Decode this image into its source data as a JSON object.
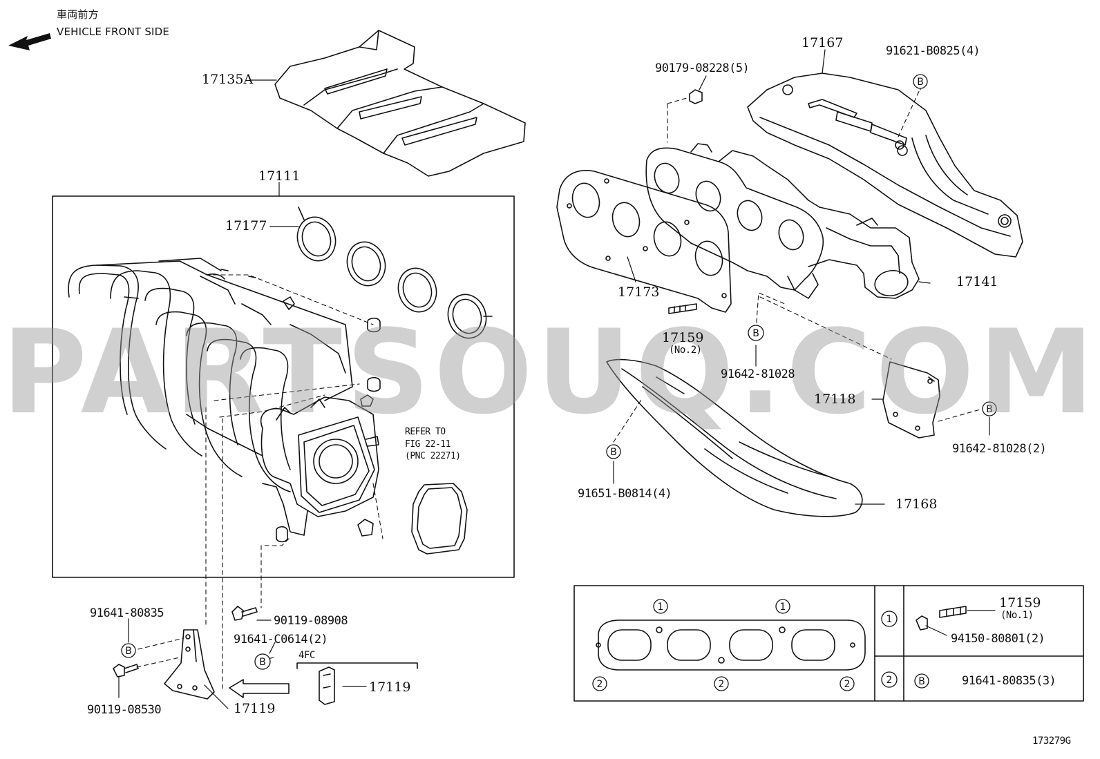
{
  "header": {
    "direction_jp": "車両前方",
    "direction_en": "VEHICLE FRONT SIDE"
  },
  "watermark": "PARTSOUQ.COM",
  "figure_id": "173279G",
  "callouts": {
    "p17135A": "17135A",
    "p17111": "17111",
    "p17177": "17177",
    "p17167": "17167",
    "p90179": "90179-08228(5)",
    "p91621": "91621-B0825(4)",
    "p17173": "17173",
    "p17141": "17141",
    "p17159_no2": "17159",
    "p17159_no2_sub": "(No.2)",
    "p91642a": "91642-81028",
    "p17118": "17118",
    "p91642b": "91642-81028(2)",
    "p91651": "91651-B0814(4)",
    "p17168": "17168",
    "p91641a": "91641-80835",
    "p90119a": "90119-08908",
    "p91641b": "91641-C0614(2)",
    "p4fc": "4FC",
    "p17119a": "17119",
    "p17119b": "17119",
    "p90119b": "90119-08530",
    "refer_line1": "REFER TO",
    "refer_line2": "FIG 22-11",
    "refer_line3": "(PNC 22271)"
  },
  "legend": {
    "marker1": "1",
    "marker2": "2",
    "markerB": "B",
    "p17159_no1": "17159",
    "p17159_no1_sub": "(No.1)",
    "p94150": "94150-80801(2)",
    "p91641c": "91641-80835(3)"
  }
}
